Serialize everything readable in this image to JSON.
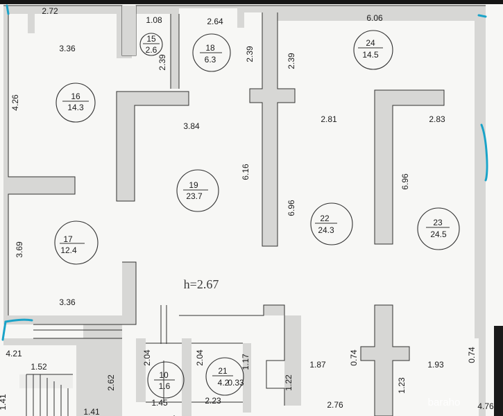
{
  "height_label": "h=2.67",
  "watermark": "baraho",
  "rooms": [
    {
      "num": "15",
      "area": "2.6"
    },
    {
      "num": "16",
      "area": "14.3"
    },
    {
      "num": "17",
      "area": "12.4"
    },
    {
      "num": "18",
      "area": "6.3"
    },
    {
      "num": "19",
      "area": "23.7"
    },
    {
      "num": "22",
      "area": "24.3"
    },
    {
      "num": "23",
      "area": "24.5"
    },
    {
      "num": "24",
      "area": "14.5"
    },
    {
      "num": "10",
      "area": "1.6"
    },
    {
      "num": "21",
      "area": "4.2"
    }
  ],
  "dims": [
    "2.72",
    "1.08",
    "2.64",
    "6.06",
    "3.36",
    "2.39",
    "2.39",
    "2.39",
    "4.26",
    "3.84",
    "2.81",
    "2.83",
    "6.16",
    "6.96",
    "6.96",
    "3.69",
    "3.36",
    "2.04",
    "2.04",
    "1.17",
    "1.87",
    "0.74",
    "1.93",
    "0.74",
    "4.21",
    "1.52",
    "2.62",
    "1.22",
    "1.23",
    "0.33",
    "1.45",
    "2.23",
    "2.76",
    "4.76",
    "1.41",
    "1.41"
  ],
  "colors": {
    "wall": "#d7d7d5",
    "line": "#262626",
    "marker": "#1aa3c8"
  }
}
